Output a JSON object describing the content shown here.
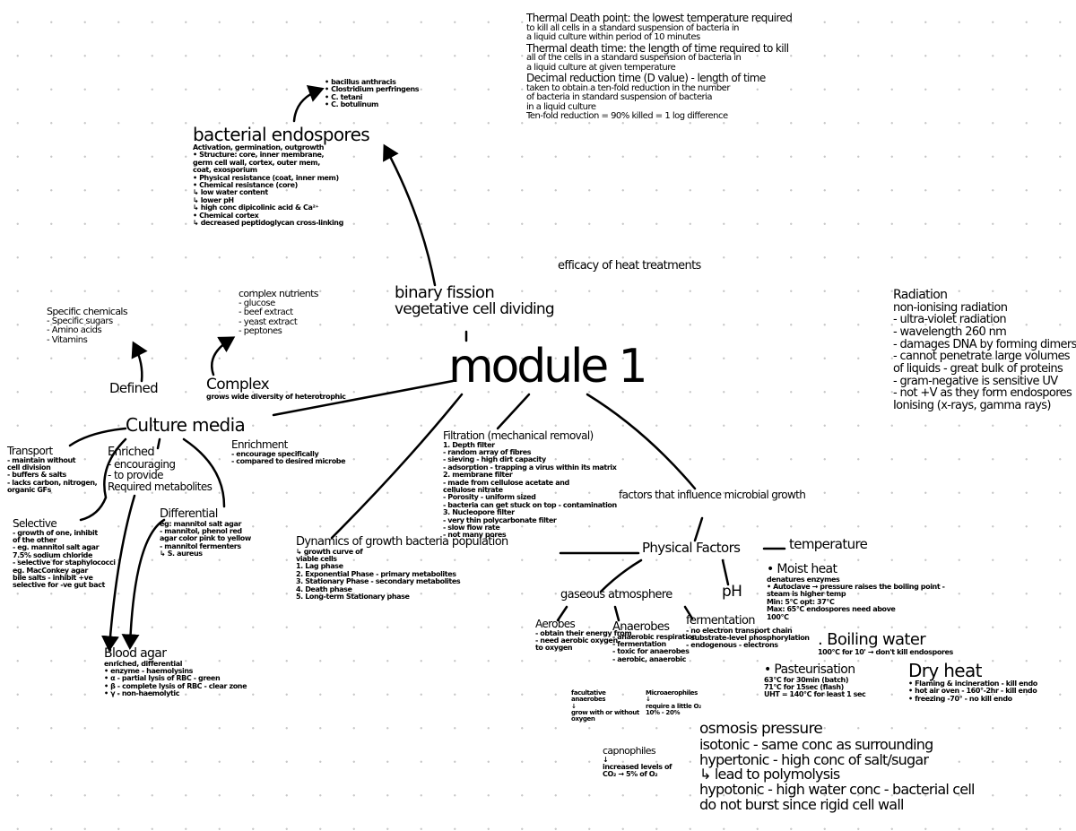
{
  "colors": {
    "ink": "#000000",
    "grid_dot": "#c8c8c8",
    "paper": "#ffffff"
  },
  "center": {
    "title": "module 1"
  },
  "nodes": {
    "thermal": {
      "title": "",
      "lines": [
        "Thermal Death point: the lowest temperature required",
        "to kill all cells in a standard suspension of bacteria in",
        "a liquid culture within period of 10 minutes",
        "Thermal death time: the length of time required to kill",
        "all of the cells in a standard suspension of bacteria in",
        "a liquid culture at given temperature",
        "Decimal reduction time (D value) - length of time",
        "taken to obtain a ten-fold reduction in the number",
        "of bacteria in standard suspension of bacteria",
        "in a liquid culture",
        "Ten-fold reduction = 90% killed = 1 log difference"
      ]
    },
    "endospore_examples": {
      "title": "",
      "lines": [
        "• bacillus anthracis",
        "• Clostridium perfringens",
        "• C. tetani",
        "• C. botulinum"
      ]
    },
    "endospores": {
      "title": "bacterial endospores",
      "lines": [
        "Activation, germination, outgrowth",
        "• Structure: core, inner membrane,",
        "germ cell wall, cortex, outer mem,",
        "coat, exosporium",
        "• Physical resistance (coat, inner mem)",
        "• Chemical resistance (core)",
        "↳ low water content",
        "↳ lower pH",
        "↳ high conc dipicolinic acid & Ca²⁺",
        "• Chemical cortex",
        "↳ decreased peptidoglycan cross-linking"
      ]
    },
    "efficacy": {
      "title": "efficacy of heat treatments",
      "lines": []
    },
    "binary_fission": {
      "title": "binary fission",
      "lines": [
        "vegetative cell dividing"
      ]
    },
    "complex_nutrients": {
      "title": "complex nutrients",
      "lines": [
        "- glucose",
        "- beef extract",
        "- yeast extract",
        "- peptones"
      ]
    },
    "specific_chemicals": {
      "title": "Specific chemicals",
      "lines": [
        "- Specific sugars",
        "- Amino acids",
        "- Vitamins"
      ]
    },
    "defined": {
      "title": "Defined",
      "lines": []
    },
    "complex": {
      "title": "Complex",
      "lines": [
        "grows wide diversity of heterotrophic"
      ]
    },
    "culture_media": {
      "title": "Culture media",
      "lines": []
    },
    "transport": {
      "title": "Transport",
      "lines": [
        "- maintain without",
        "cell division",
        "- buffers & salts",
        "- lacks carbon, nitrogen,",
        "organic GFs"
      ]
    },
    "enriched": {
      "title": "Enriched",
      "lines": [
        "- encouraging",
        "- to provide",
        "Required metabolites"
      ]
    },
    "enrichment": {
      "title": "Enrichment",
      "lines": [
        "- encourage specifically",
        "- compared to desired microbe"
      ]
    },
    "selective": {
      "title": "Selective",
      "lines": [
        "- growth of one, inhibit",
        "of the other",
        "- eg. mannitol salt agar",
        "7.5% sodium chloride",
        "- selective for staphylococci",
        "eg. MacConkey agar",
        "bile salts - inhibit +ve",
        "selective for -ve gut bact"
      ]
    },
    "differential": {
      "title": "Differential",
      "lines": [
        "eg: mannitol salt agar",
        "- mannitol, phenol red",
        "agar color pink to yellow",
        "- mannitol fermenters",
        "↳ S. aureus"
      ]
    },
    "blood_agar": {
      "title": "Blood agar",
      "lines": [
        "enriched, differential",
        "• enzyme - haemolysins",
        "• α - partial lysis of RBC - green",
        "• β - complete lysis of RBC - clear zone",
        "• γ - non-haemolytic"
      ]
    },
    "filtration": {
      "title": "Filtration (mechanical removal)",
      "lines": [
        "1. Depth filter",
        "- random array of fibres",
        "- sieving - high dirt capacity",
        "- adsorption - trapping a virus within its matrix",
        "2. membrane filter",
        "- made from cellulose acetate and",
        "cellulose nitrate",
        "- Porosity - uniform sized",
        "- bacteria can get stuck on top - contamination",
        "3. Nucleopore filter",
        "- very thin polycarbonate filter",
        "- slow flow rate",
        "- not many pores"
      ]
    },
    "dynamics": {
      "title": "Dynamics of growth bacteria population",
      "lines": [
        "↳ growth curve of",
        "viable cells",
        "1. Lag phase",
        "2. Exponential Phase - primary metabolites",
        "3. Stationary Phase - secondary metabolites",
        "4. Death phase",
        "5. Long-term Stationary phase"
      ]
    },
    "factors": {
      "title": "factors that influence microbial growth",
      "lines": []
    },
    "physical_factors": {
      "title": "Physical Factors",
      "lines": []
    },
    "temperature": {
      "title": "temperature",
      "lines": []
    },
    "ph": {
      "title": "pH",
      "lines": []
    },
    "gaseous": {
      "title": "gaseous atmosphere",
      "lines": []
    },
    "aerobes": {
      "title": "Aerobes",
      "lines": [
        "- obtain their energy from",
        "- need aerobic oxygen",
        "to oxygen"
      ]
    },
    "anaerobes": {
      "title": "Anaerobes",
      "lines": [
        "- anaerobic respiration",
        "- fermentation",
        "- toxic for anaerobes",
        "- aerobic, anaerobic"
      ]
    },
    "fermentation": {
      "title": "fermentation",
      "lines": [
        "- no electron transport chain",
        "- substrate-level phosphorylation",
        "- endogenous - electrons"
      ]
    },
    "facultative": {
      "title": "",
      "lines": [
        "facultative",
        "anaerobes",
        "↓",
        "grow with or without",
        "oxygen"
      ]
    },
    "microaerophiles": {
      "title": "",
      "lines": [
        "Microaerophiles",
        "↓",
        "require a little O₂",
        "10% - 20%"
      ]
    },
    "capnophiles": {
      "title": "capnophiles",
      "lines": [
        "↓",
        "increased levels of",
        "CO₂ → 5% of O₂"
      ]
    },
    "moist_heat": {
      "title": "• Moist heat",
      "lines": [
        "denatures enzymes",
        "• Autoclave → pressure raises the boiling point -",
        "steam is higher temp",
        "Min: 5°C opt: 37°C",
        "Max: 65°C    endospores need above",
        "100°C"
      ]
    },
    "boiling": {
      "title": ". Boiling water",
      "lines": [
        "100°C for 10' → don't kill endospores"
      ]
    },
    "pasteurisation": {
      "title": "• Pasteurisation",
      "lines": [
        "63°C for 30min (batch)",
        "71°C for 15sec (flash)",
        "UHT = 140°C for least 1 sec"
      ]
    },
    "dry_heat": {
      "title": "Dry heat",
      "lines": [
        "• Flaming & incineration - kill endo",
        "• hot air oven - 160°-2hr - kill endo",
        "• freezing -70° - no kill endo"
      ]
    },
    "osmosis": {
      "title": "osmosis pressure",
      "lines": [
        "isotonic - same conc as surrounding",
        "hypertonic - high conc of salt/sugar",
        "↳ lead to polymolysis",
        "hypotonic - high water conc - bacterial cell",
        "do not burst since rigid cell wall"
      ]
    },
    "radiation": {
      "title": "Radiation",
      "lines": [
        "non-ionising radiation",
        "- ultra-violet radiation",
        "- wavelength 260 nm",
        "- damages DNA by forming dimers",
        "- cannot penetrate large volumes",
        "of liquids - great bulk of proteins",
        "- gram-negative is sensitive UV",
        "- not +V as they form endospores",
        "Ionising (x-rays, gamma rays)"
      ]
    }
  }
}
